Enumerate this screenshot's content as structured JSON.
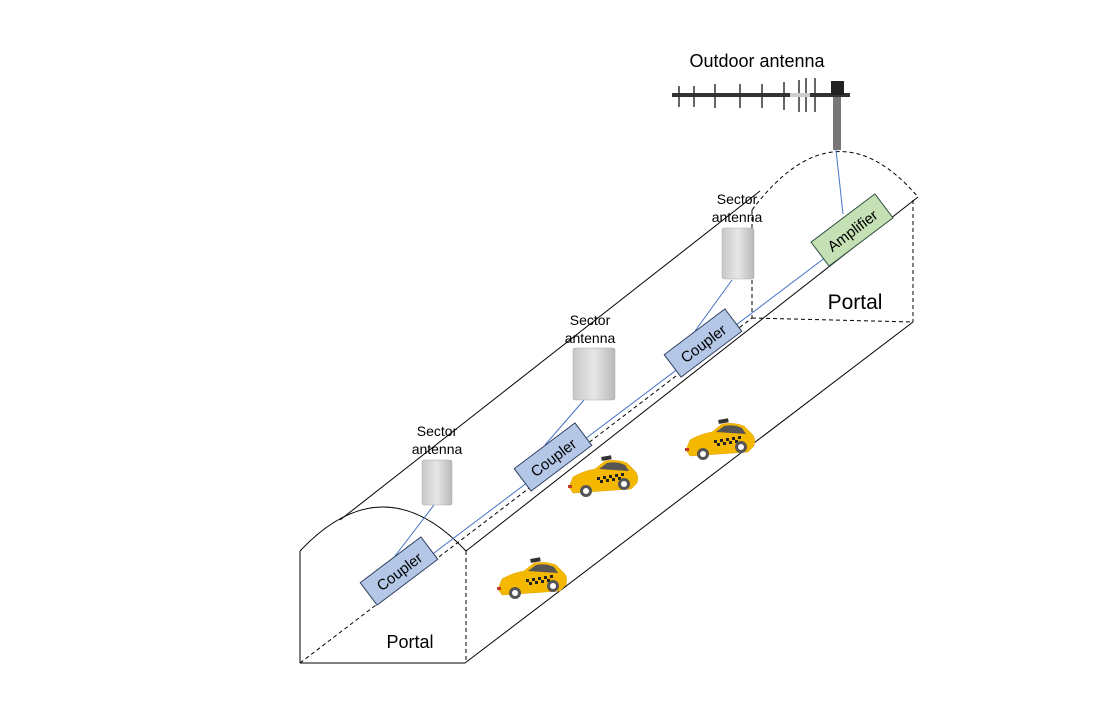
{
  "title": "Outdoor antenna",
  "portals": [
    {
      "label": "Portal"
    },
    {
      "label": "Portal"
    }
  ],
  "sector_antennas": [
    {
      "line1": "Sector",
      "line2": "antenna"
    },
    {
      "line1": "Sector",
      "line2": "antenna"
    },
    {
      "line1": "Sector",
      "line2": "antenna"
    }
  ],
  "couplers": [
    {
      "label": "Coupler"
    },
    {
      "label": "Coupler"
    },
    {
      "label": "Coupler"
    }
  ],
  "amplifier": {
    "label": "Amplifier"
  },
  "colors": {
    "coupler_fill": "#b4c7e7",
    "coupler_stroke": "#2f3f5f",
    "amplifier_fill": "#c5e0b4",
    "cable": "#4472c4",
    "taxi": "#f5b800"
  }
}
